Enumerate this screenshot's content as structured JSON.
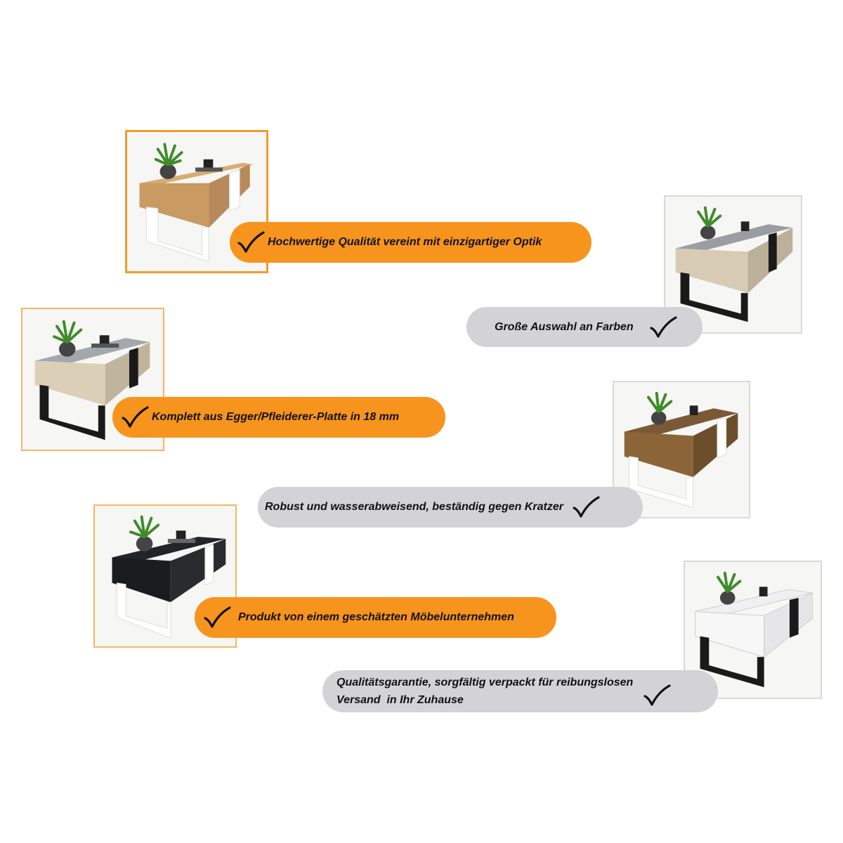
{
  "features": [
    {
      "id": "quality",
      "text": "Hochwertige Qualität vereint mit einzigartiger Optik",
      "style": "orange",
      "table": "oak-white"
    },
    {
      "id": "colors",
      "text": "Große Auswahl an Farben",
      "style": "grey",
      "table": "concrete-black"
    },
    {
      "id": "board",
      "text": "Komplett aus Egger/Pfleiderer-Platte in 18 mm",
      "style": "orange",
      "table": "concrete-black"
    },
    {
      "id": "robust",
      "text": "Robust und wasserabweisend, beständig gegen Kratzer",
      "style": "grey",
      "table": "walnut-white"
    },
    {
      "id": "company",
      "text": "Produkt von einem geschätzten Möbelunternehmen",
      "style": "orange",
      "table": "black-white"
    },
    {
      "id": "guarantee",
      "text_line1": "Qualitätsgarantie, sorgfältig verpackt für reibungslosen",
      "text_line2": "Versand  in Ihr Zuhause",
      "style": "grey",
      "table": "white-black"
    }
  ],
  "icons": [
    "checkmark-icon",
    "coffee-table-image",
    "plant-icon",
    "mug-icon"
  ],
  "colors": {
    "orange": "#f7941d",
    "grey": "#d3d3d5",
    "frame_orange": "#f39c2a",
    "frame_grey": "#d9d9d9"
  }
}
